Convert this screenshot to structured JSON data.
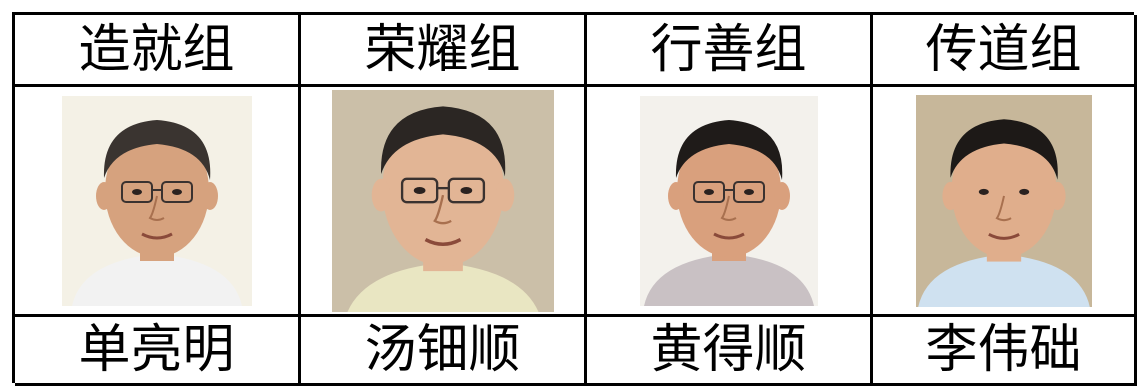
{
  "groups": [
    {
      "group": "造就组",
      "name": "单亮明",
      "photo": {
        "background": "#f4f1e6",
        "skin": "#d6a27e",
        "hair": "#3a3430",
        "shirt": "#f2f2f2",
        "glasses": true
      }
    },
    {
      "group": "荣耀组",
      "name": "汤钿顺",
      "photo": {
        "background": "#cbbfa8",
        "skin": "#e2b595",
        "hair": "#2b2623",
        "shirt": "#e9e6c2",
        "glasses": true
      }
    },
    {
      "group": "行善组",
      "name": "黄得顺",
      "photo": {
        "background": "#f3f1ec",
        "skin": "#d9a07d",
        "hair": "#1f1b19",
        "shirt": "#c9c1c4",
        "glasses": true
      }
    },
    {
      "group": "传道组",
      "name": "李伟础",
      "photo": {
        "background": "#c7b79a",
        "skin": "#e0ae8c",
        "hair": "#1d1917",
        "shirt": "#cfe1f0",
        "glasses": false
      }
    }
  ]
}
